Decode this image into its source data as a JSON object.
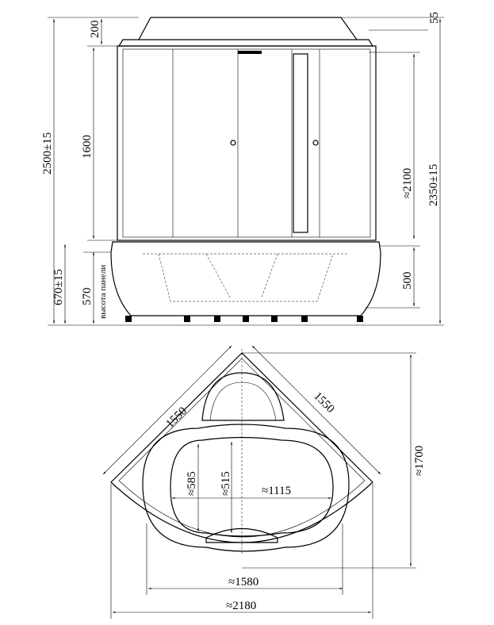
{
  "front_view": {
    "dim_total": "2500±15",
    "dim_roof": "200",
    "dim_top": "55",
    "dim_glass": "1600",
    "dim_cabin": "≈2100",
    "dim_height": "2350±15",
    "dim_base": "670±15",
    "dim_panel": "570",
    "panel_label": "высота панели",
    "dim_tub": "500"
  },
  "top_view": {
    "side_left": "1550",
    "side_right": "1550",
    "depth": "≈1700",
    "inner_w1": "≈585",
    "inner_w2": "≈515",
    "inner_len": "≈1115",
    "tub_width": "≈1580",
    "total_width": "≈2180"
  }
}
